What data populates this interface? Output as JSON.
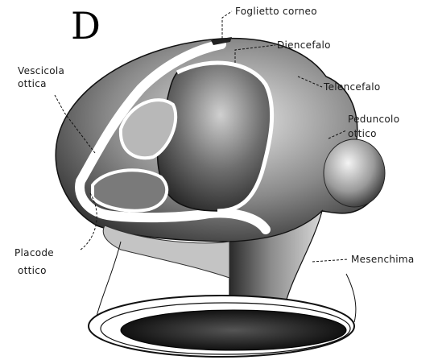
{
  "figure": {
    "panel_letter": "D",
    "labels": {
      "foglietto_corneo": "Foglietto corneo",
      "diencefalo": "Diencefalo",
      "telencefalo": "Telencefalo",
      "vescicola_ottica_1": "Vescicola",
      "vescicola_ottica_2": "ottica",
      "peduncolo_ottico_1": "Peduncolo",
      "peduncolo_ottico_2": "ottico",
      "placode_ottico_1": "Placode",
      "placode_ottico_2": "ottico",
      "mesenchima": "Mesenchima"
    }
  }
}
